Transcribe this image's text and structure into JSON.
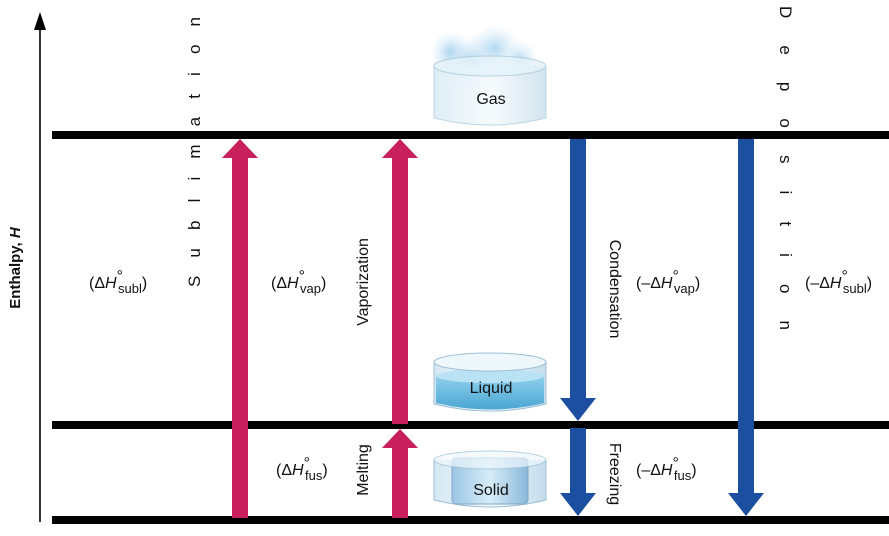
{
  "axis": {
    "label_prefix": "Enthalpy, ",
    "label_var": "H"
  },
  "states": {
    "gas": "Gas",
    "liquid": "Liquid",
    "solid": "Solid"
  },
  "processes": {
    "sublimation": "Sublimation",
    "vaporization": "Vaporization",
    "melting": "Melting",
    "condensation": "Condensation",
    "freezing": "Freezing",
    "deposition": "Deposition"
  },
  "enthalpy_terms": {
    "delta": "Δ",
    "H": "H",
    "degree": "°",
    "minus": "–",
    "subl_sub": "subl",
    "vap_sub": "vap",
    "fus_sub": "fus"
  },
  "colors": {
    "endothermic_arrow": "#c8205a",
    "exothermic_arrow": "#1c4fa0",
    "level_line": "#000000",
    "container_fill": "#cfe6f2",
    "liquid_fill": "#5bb8e0"
  }
}
